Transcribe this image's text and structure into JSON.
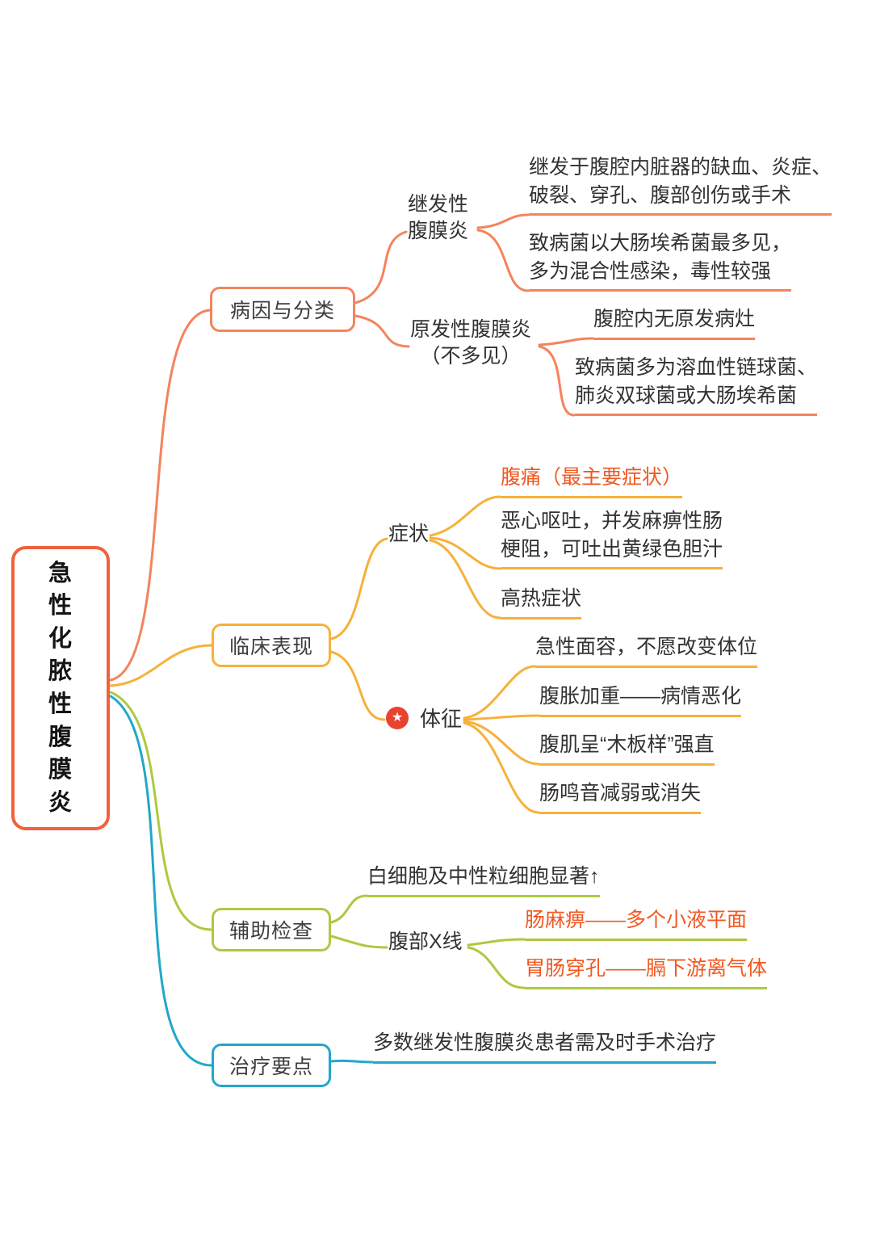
{
  "root": {
    "title": "急性化脓性腹膜炎"
  },
  "palette": {
    "root_border": "#f2613c",
    "etiology": "#f4835d",
    "clinical": "#f6b13a",
    "auxiliary": "#adc93f",
    "treatment": "#22a7c9",
    "highlight": "#f25822",
    "marker_red": "#e8432e"
  },
  "icons": {
    "signs_marker": "★"
  },
  "etiology": {
    "label": "病因与分类",
    "secondary": {
      "label": "继发性\n腹膜炎",
      "leaf1": "继发于腹腔内脏器的缺血、炎症、\n破裂、穿孔、腹部创伤或手术",
      "leaf2": "致病菌以大肠埃希菌最多见，\n多为混合性感染，毒性较强"
    },
    "primary": {
      "label": "原发性腹膜炎\n（不多见）",
      "leaf1": "腹腔内无原发病灶",
      "leaf2": "致病菌多为溶血性链球菌、\n肺炎双球菌或大肠埃希菌"
    }
  },
  "clinical": {
    "label": "临床表现",
    "symptoms": {
      "label": "症状",
      "leaf1": "腹痛（最主要症状）",
      "leaf2": "恶心呕吐，并发麻痹性肠\n梗阻，可吐出黄绿色胆汁",
      "leaf3": "高热症状"
    },
    "signs": {
      "label": "体征",
      "leaf1": "急性面容，不愿改变体位",
      "leaf2": "腹胀加重——病情恶化",
      "leaf3": "腹肌呈“木板样”强直",
      "leaf4": "肠鸣音减弱或消失"
    }
  },
  "auxiliary": {
    "label": "辅助检查",
    "leaf_blood": "白细胞及中性粒细胞显著↑",
    "xray": {
      "label": "腹部X线",
      "leaf1": "肠麻痹——多个小液平面",
      "leaf2": "胃肠穿孔——膈下游离气体"
    }
  },
  "treatment": {
    "label": "治疗要点",
    "leaf": "多数继发性腹膜炎患者需及时手术治疗"
  }
}
